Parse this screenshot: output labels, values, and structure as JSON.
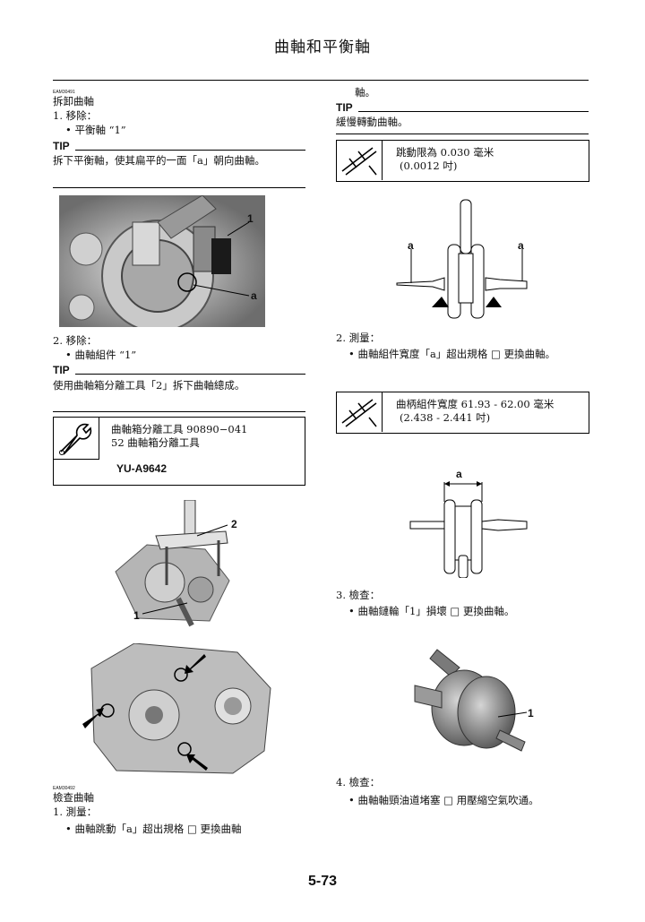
{
  "header": {
    "title": "曲軸和平衡軸"
  },
  "left": {
    "code1": "EAM30491",
    "heading1": "拆卸曲軸",
    "step1": "1.  移除：",
    "step1_item": "•  平衡軸 “1”",
    "tip_label": "TIP",
    "tip1_text": "拆下平衡軸，使其扁平的一面「a」朝向曲軸。",
    "fig1_callouts": [
      "1",
      "a"
    ],
    "step2": "2.  移除：",
    "step2_item": "•  曲軸組件 “1”",
    "tip2_text": "使用曲軸箱分離工具「2」拆下曲軸總成。",
    "tool_box": {
      "line1": "曲軸箱分離工具 90890−041",
      "line2": "52  曲軸箱分離工具",
      "line3": "YU-A9642",
      "icon": "wrench-tool-icon"
    },
    "fig2_callouts": [
      "2",
      "1"
    ],
    "code2": "EAM30492",
    "heading2": "檢查曲軸",
    "step3": "1.  測量：",
    "step3_item": "•  曲軸跳動「a」超出規格 □ 更換曲軸"
  },
  "right": {
    "cont_text": "軸。",
    "tip_label": "TIP",
    "tip_text": "緩慢轉動曲軸。",
    "spec1": {
      "line1": "跳動限為 0.030 毫米",
      "line2": "(0.0012 吋)",
      "icon": "caliper-measure-icon"
    },
    "fig_runout_callouts": [
      "a",
      "a"
    ],
    "step2": "2.  測量：",
    "step2_item": "•  曲軸組件寬度「a」超出規格 □ 更換曲軸。",
    "spec2": {
      "line1": "曲柄組件寬度 61.93 - 62.00 毫米",
      "line2": "(2.438 - 2.441 吋)",
      "icon": "caliper-measure-icon"
    },
    "fig_width_callout": "a",
    "step3": "3.  檢查：",
    "step3_item": "•  曲軸鏈輪「1」損壞 □ 更換曲軸。",
    "fig_crank_callout": "1",
    "step4": "4.  檢查：",
    "step4_item": "•  曲軸軸頸油道堵塞 □ 用壓縮空氣吹通。"
  },
  "footer": {
    "page_number": "5-73"
  }
}
